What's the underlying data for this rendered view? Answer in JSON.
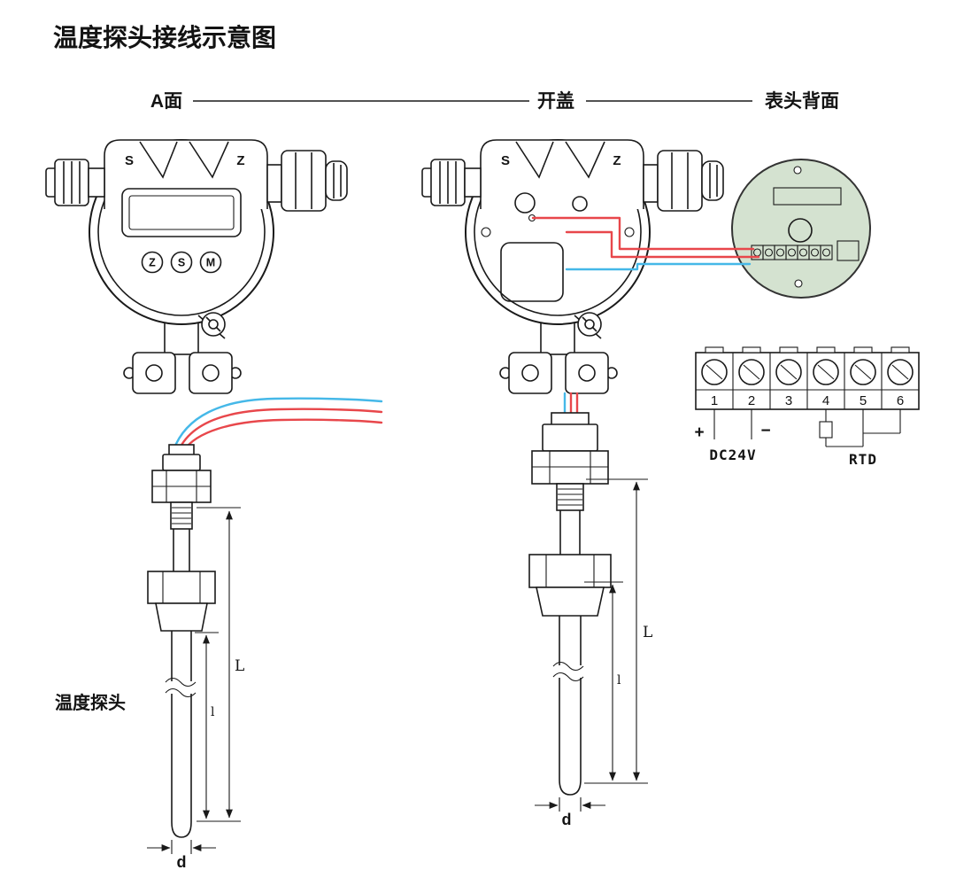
{
  "title": "温度探头接线示意图",
  "header": {
    "label_a_side": "A面",
    "label_open_cover": "开盖",
    "label_meter_back": "表头背面"
  },
  "transmitter": {
    "mark_s": "S",
    "mark_z": "Z",
    "buttons": [
      "Z",
      "S",
      "M"
    ]
  },
  "probe": {
    "label": "温度探头",
    "dim_length": "L",
    "dim_insert": "l",
    "dim_diameter": "d"
  },
  "terminal_block": {
    "numbers": [
      "1",
      "2",
      "3",
      "4",
      "5",
      "6"
    ],
    "plus": "+",
    "minus": "−",
    "power_label": "DC24V",
    "sensor_label": "RTD"
  },
  "colors": {
    "line": "#1a1a1a",
    "wire_red": "#e8474b",
    "wire_blue": "#45b8e8",
    "pcb_green": "#d4e2d0"
  }
}
